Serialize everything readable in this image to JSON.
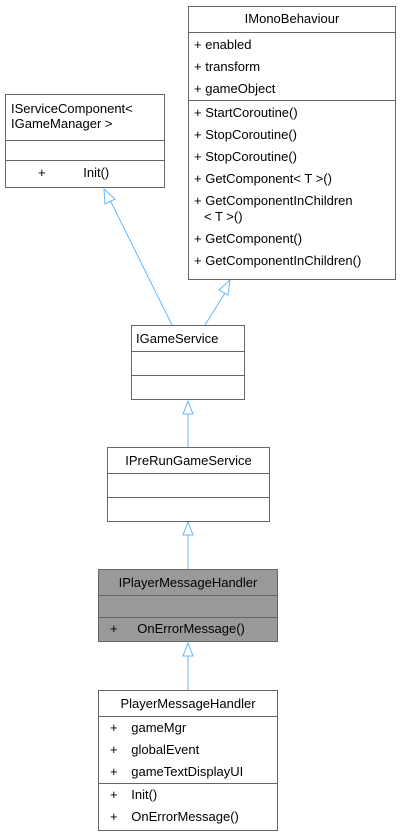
{
  "classes": {
    "iservice": {
      "title_line1": "IServiceComponent<",
      "title_line2": "IGameManager >",
      "methods": [
        {
          "vis": "+",
          "name": "Init()"
        }
      ]
    },
    "imono": {
      "title": "IMonoBehaviour",
      "attributes": [
        {
          "vis": "+",
          "name": "enabled"
        },
        {
          "vis": "+",
          "name": "transform"
        },
        {
          "vis": "+",
          "name": "gameObject"
        }
      ],
      "methods": [
        {
          "vis": "+",
          "name": "StartCoroutine()"
        },
        {
          "vis": "+",
          "name": "StopCoroutine()"
        },
        {
          "vis": "+",
          "name": "StopCoroutine()"
        },
        {
          "vis": "+",
          "name": "GetComponent< T >()"
        },
        {
          "vis": "+",
          "name": "GetComponentInChildren",
          "cont": "< T >()"
        },
        {
          "vis": "+",
          "name": "GetComponent()"
        },
        {
          "vis": "+",
          "name": "GetComponentInChildren()"
        }
      ]
    },
    "igameservice": {
      "title": "IGameService"
    },
    "iprerun": {
      "title": "IPreRunGameService"
    },
    "iplayer": {
      "title": "IPlayerMessageHandler",
      "methods": [
        {
          "vis": "+",
          "name": "OnErrorMessage()"
        }
      ]
    },
    "player": {
      "title": "PlayerMessageHandler",
      "attributes": [
        {
          "vis": "+",
          "name": "gameMgr"
        },
        {
          "vis": "+",
          "name": "globalEvent"
        },
        {
          "vis": "+",
          "name": "gameTextDisplayUI"
        }
      ],
      "methods": [
        {
          "vis": "+",
          "name": "Init()"
        },
        {
          "vis": "+",
          "name": "OnErrorMessage()"
        }
      ]
    }
  },
  "colors": {
    "arrow": "#63b8ff",
    "border": "#666666",
    "highlight": "#999999"
  }
}
